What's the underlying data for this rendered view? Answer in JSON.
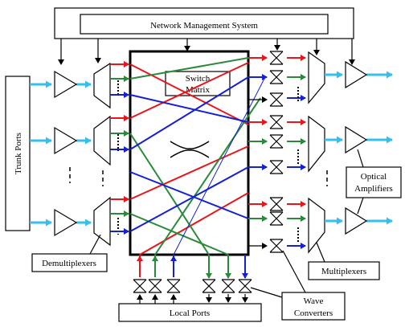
{
  "labels": {
    "nms": "Network Management System",
    "switch_line1": "Switch",
    "switch_line2": "Matrix",
    "trunk_ports": "Trunk Ports",
    "demultiplexers": "Demultiplexers",
    "multiplexers": "Multiplexers",
    "optical_line1": "Optical",
    "optical_line2": "Amplifiers",
    "wave_line1": "Wave",
    "wave_line2": "Converters",
    "local_ports": "Local Ports"
  },
  "colors": {
    "red": "#e8161b",
    "green": "#2a8a3a",
    "blue": "#1420d6",
    "cyan": "#33bff0"
  }
}
